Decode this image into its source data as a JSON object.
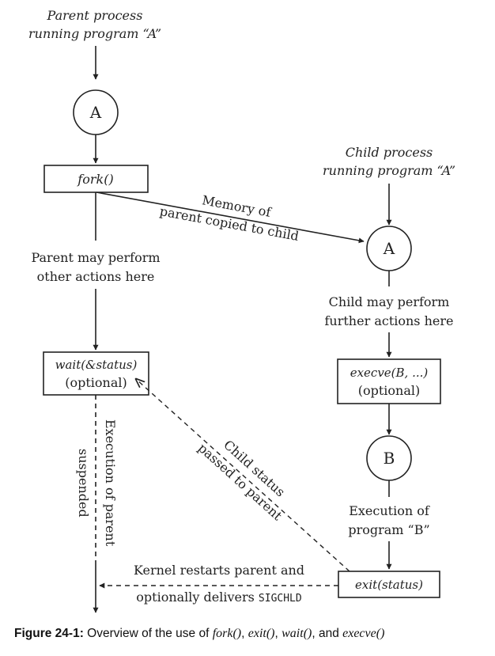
{
  "parent_header": [
    "Parent process",
    "running program “A”"
  ],
  "child_header": [
    "Child process",
    "running program “A”"
  ],
  "circles": {
    "parent_a": "A",
    "child_a": "A",
    "child_b": "B"
  },
  "boxes": {
    "fork": "fork()",
    "wait": [
      "wait(&status)",
      "(optional)"
    ],
    "execve": [
      "execve(B, ...)",
      "(optional)"
    ],
    "exit": "exit(status)"
  },
  "labels": {
    "memory": [
      "Memory of",
      "parent copied to child"
    ],
    "parent_actions": [
      "Parent may perform",
      "other actions here"
    ],
    "child_actions": [
      "Child may perform",
      "further actions here"
    ],
    "exec_b": [
      "Execution of",
      "program “B”"
    ],
    "child_status": [
      "Child status",
      "passed to parent"
    ],
    "suspended": [
      "Execution of parent",
      "suspended"
    ],
    "kernel": [
      "Kernel restarts parent and",
      "optionally delivers "
    ],
    "sigchld": "SIGCHLD"
  },
  "caption": {
    "figure": "Figure 24-1:",
    "pre": " Overview of the use of ",
    "fork": "fork()",
    "sep1": ", ",
    "exit": "exit()",
    "sep2": ", ",
    "wait": "wait()",
    "sep3": ", and ",
    "execve": "execve()"
  }
}
